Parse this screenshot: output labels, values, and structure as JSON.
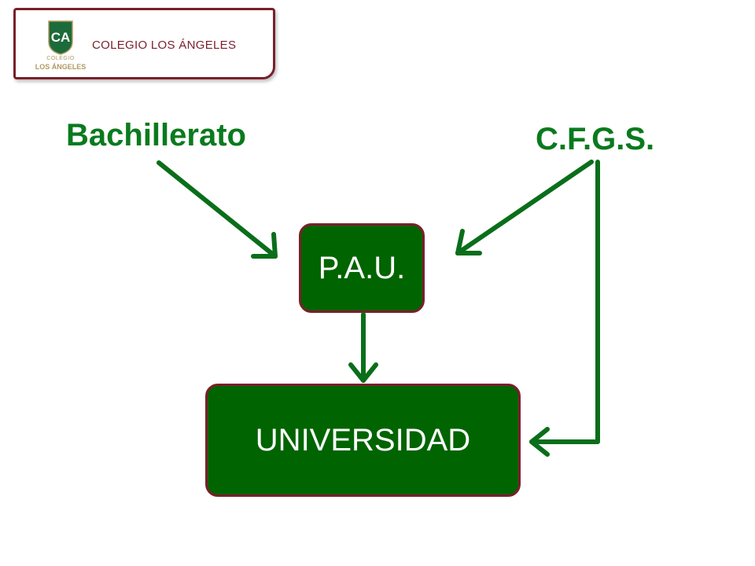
{
  "header": {
    "school_name": "COLEGIO LOS ÁNGELES",
    "logo_text_small": "COLEGIO",
    "logo_text_large": "LOS ÁNGELES",
    "logo_monogram": "CA"
  },
  "diagram": {
    "source_left": "Bachillerato",
    "source_right": "C.F.G.S.",
    "middle_node": "P.A.U.",
    "target_node": "UNIVERSIDAD"
  },
  "colors": {
    "green": "#006400",
    "arrow_green": "#0a6e1a",
    "label_green": "#0a7a1e",
    "maroon": "#7a1f2b",
    "gold": "#b09a60"
  }
}
